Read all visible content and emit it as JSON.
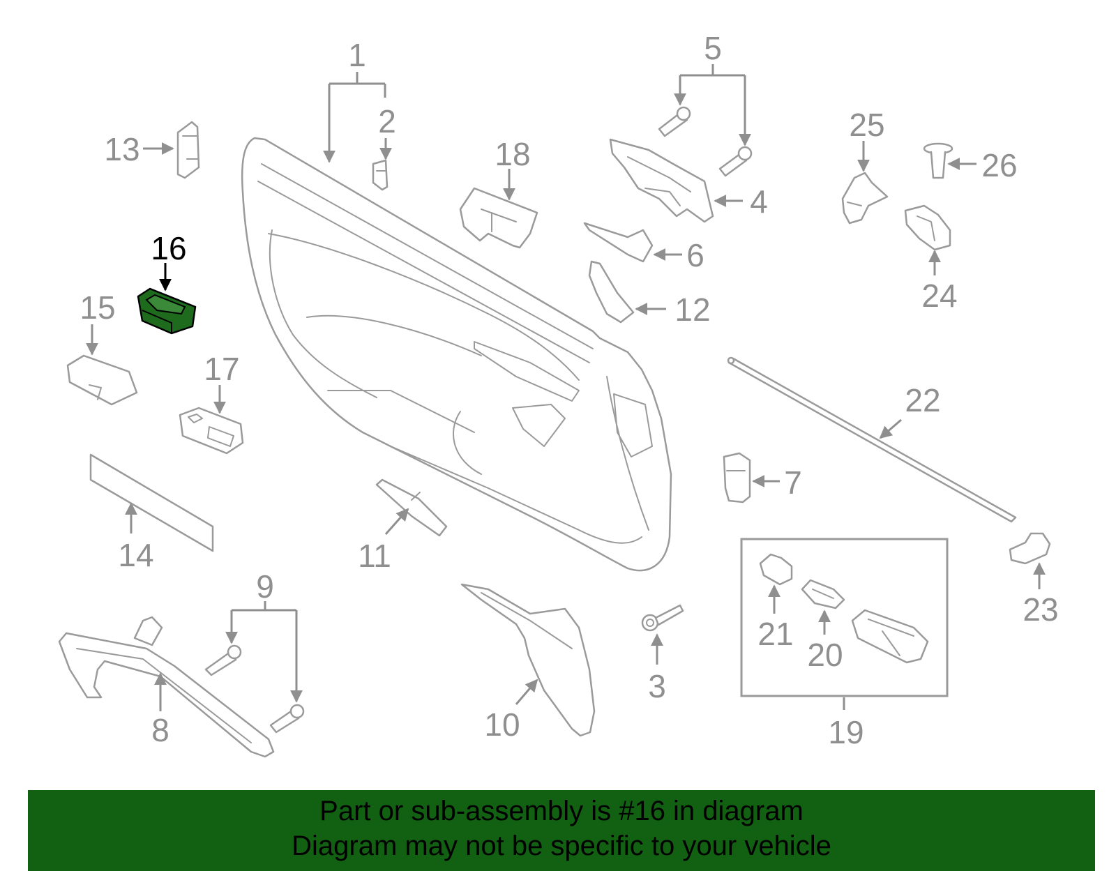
{
  "diagram": {
    "highlight_color": "#1e6b1e",
    "highlighted_part": "16",
    "callouts": [
      "1",
      "2",
      "3",
      "4",
      "5",
      "6",
      "7",
      "8",
      "9",
      "10",
      "11",
      "12",
      "13",
      "14",
      "15",
      "16",
      "17",
      "18",
      "19",
      "20",
      "21",
      "22",
      "23",
      "24",
      "25",
      "26"
    ]
  },
  "banner": {
    "background": "#126012",
    "line1": "Part or sub-assembly is #16 in diagram",
    "line2": "Diagram may not be specific to your vehicle"
  }
}
